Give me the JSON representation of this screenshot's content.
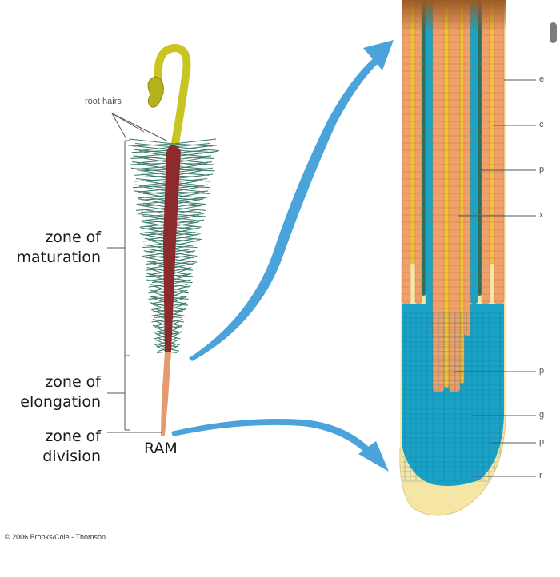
{
  "labels": {
    "root_hairs": "root hairs",
    "zone_maturation": "zone of\nmaturation",
    "zone_elongation": "zone of\nelongation",
    "zone_division": "zone of\ndivision",
    "ram": "RAM",
    "copyright": "© 2006 Brooks/Cole - Thomson"
  },
  "right_labels": [
    "e",
    "c",
    "p",
    "x",
    "p",
    "g",
    "p",
    "r"
  ],
  "colors": {
    "stem": "#c8c421",
    "root_body": "#8c2a2c",
    "root_hair": "#3d7c6c",
    "root_tip": "#e59a70",
    "arrow": "#4ba3dc",
    "tissue_orange": "#f0a06a",
    "tissue_blue": "#1aa3c7",
    "tissue_yellow": "#f2c13d",
    "cap": "#f6e6a5"
  }
}
